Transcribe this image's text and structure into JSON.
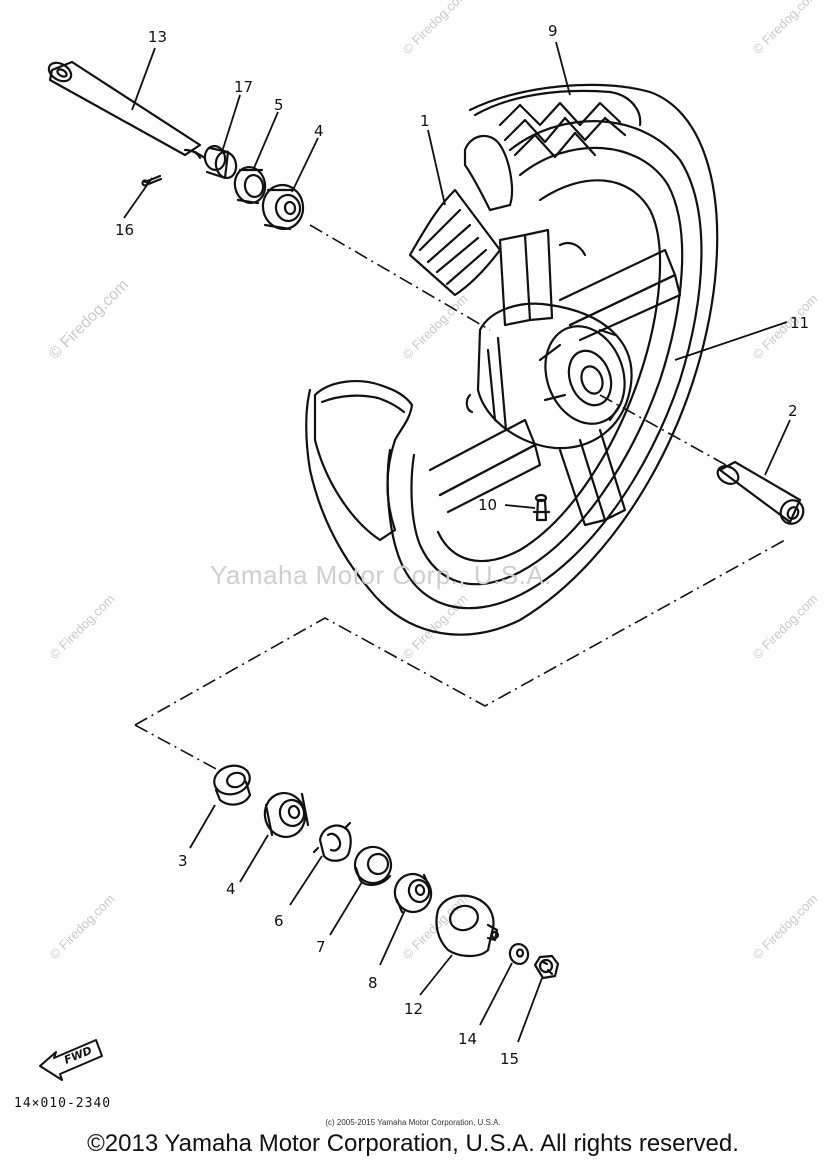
{
  "diagram": {
    "callouts": {
      "c1": "1",
      "c2": "2",
      "c3": "3",
      "c4a": "4",
      "c4b": "4",
      "c5": "5",
      "c6": "6",
      "c7": "7",
      "c8": "8",
      "c9": "9",
      "c10": "10",
      "c11": "11",
      "c12": "12",
      "c13": "13",
      "c14": "14",
      "c15": "15",
      "c16": "16",
      "c17": "17"
    },
    "fwd_label": "FWD",
    "drawing_number": "14×010-2340"
  },
  "watermarks": {
    "firedog": "© Firedog.com",
    "center": "Yamaha Motor Corp., U.S.A."
  },
  "footer": {
    "small_copyright": "(c) 2005-2015 Yamaha Motor Corporation, U.S.A.",
    "copyright": "©2013 Yamaha Motor Corporation, U.S.A. All rights reserved."
  }
}
